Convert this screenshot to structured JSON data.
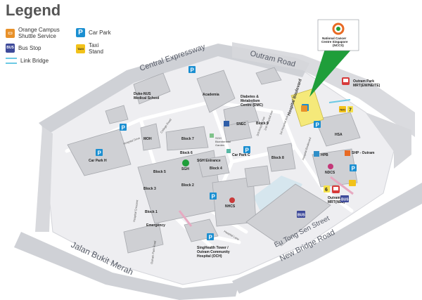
{
  "legend": {
    "title": "Legend",
    "items": [
      {
        "label": "Orange Campus",
        "label2": "Shuttle Service",
        "icon": "shuttle-bus-icon",
        "color": "#e8912a"
      },
      {
        "label": "Bus Stop",
        "icon": "bus-stop-icon",
        "color": "#3e4a9a",
        "badge": "BUS"
      },
      {
        "label": "Link Bridge",
        "icon": "link-bridge-icon",
        "color": "#6cc9e4"
      },
      {
        "label": "Car Park",
        "icon": "car-park-icon",
        "color": "#1b8fd1",
        "badge": "P"
      },
      {
        "label": "Taxi Stand",
        "icon": "taxi-stand-icon",
        "color": "#f2c21a",
        "badge": "TAXI"
      }
    ]
  },
  "roads": {
    "central_expressway": "Central Expressway",
    "outram_road": "Outram Road",
    "jalan_bukit_merah": "Jalan Bukit Merah",
    "eu_tong_sen_street": "Eu Tong Sen Street",
    "new_bridge_road": "New Bridge Road",
    "hospital_boulevard": "Hospital Boulevard"
  },
  "callout": {
    "line1": "National Cancer",
    "line2": "Centre Singapore",
    "line3": "(NCCS)",
    "color": "#1f9e3a"
  },
  "buildings": {
    "duke_nus": "Duke-NUS",
    "duke_nus2": "Medical School",
    "academia": "Academia",
    "moh": "MOH",
    "car_park_h": "Car Park H",
    "block7": "Block 7",
    "block6": "Block 6",
    "block5": "Block 5",
    "block4": "Block 4",
    "block3": "Block 3",
    "block2": "Block 2",
    "block1": "Block 1",
    "block8": "Block 8",
    "block9": "Block 9",
    "sgh": "SGH",
    "sgh_garden1": "SGH",
    "sgh_garden2": "Bicentennial",
    "sgh_garden3": "Garden",
    "diabetes1": "Diabetes &",
    "diabetes2": "Metabolism",
    "diabetes3": "Centre (DMC)",
    "snec": "SNEC",
    "car_park_c": "Car Park C",
    "hsa": "HSA",
    "hpb": "HPB",
    "shp": "SHP - Outram",
    "ndcs": "NDCS",
    "nhcs": "NHCS",
    "sgh_entrance1": "SGH Entrance",
    "emergency": "Emergency",
    "singhealth_tower1": "SingHealth Tower /",
    "singhealth_tower2": "Outram Community",
    "singhealth_tower3": "Hospital (OCH)",
    "mrt_top1": "Outram Park",
    "mrt_top2": "MRT(EW/NE/TE)",
    "mrt_bottom1": "Outram Park",
    "mrt_bottom2": "MRT(NEL)"
  },
  "small_roads": {
    "college_road": "College Road",
    "hospital_drive": "Hospital Drive",
    "third_hospital_ave": "3rd Hospital Ave",
    "second_hospital_ave": "2nd Hospital Ave",
    "first_hospital_ave": "1st Hospital Ave",
    "hospital_crescent": "Hospital Crescent",
    "outram_park_road": "Outram Park Road",
    "hospital_boulevard_small": "Hospital Boulevard",
    "hospital_lane": "Hospital Lane"
  },
  "badges": {
    "bus_stop": "BUS",
    "taxi": "TAXI",
    "car_park": "P",
    "bus_number_1": "6",
    "bus_number_2": "7"
  },
  "colors": {
    "road_gray": "#b9bcc2",
    "road_light": "#e6e7ea",
    "ground": "#f1f1f3",
    "building": "#cfd0d4",
    "building_edge": "#a7a9ae",
    "text_road": "#555a66",
    "highlight_yellow": "#f5e97a",
    "water": "#cfe3ee",
    "link_bridge": "#e7a9c1"
  }
}
